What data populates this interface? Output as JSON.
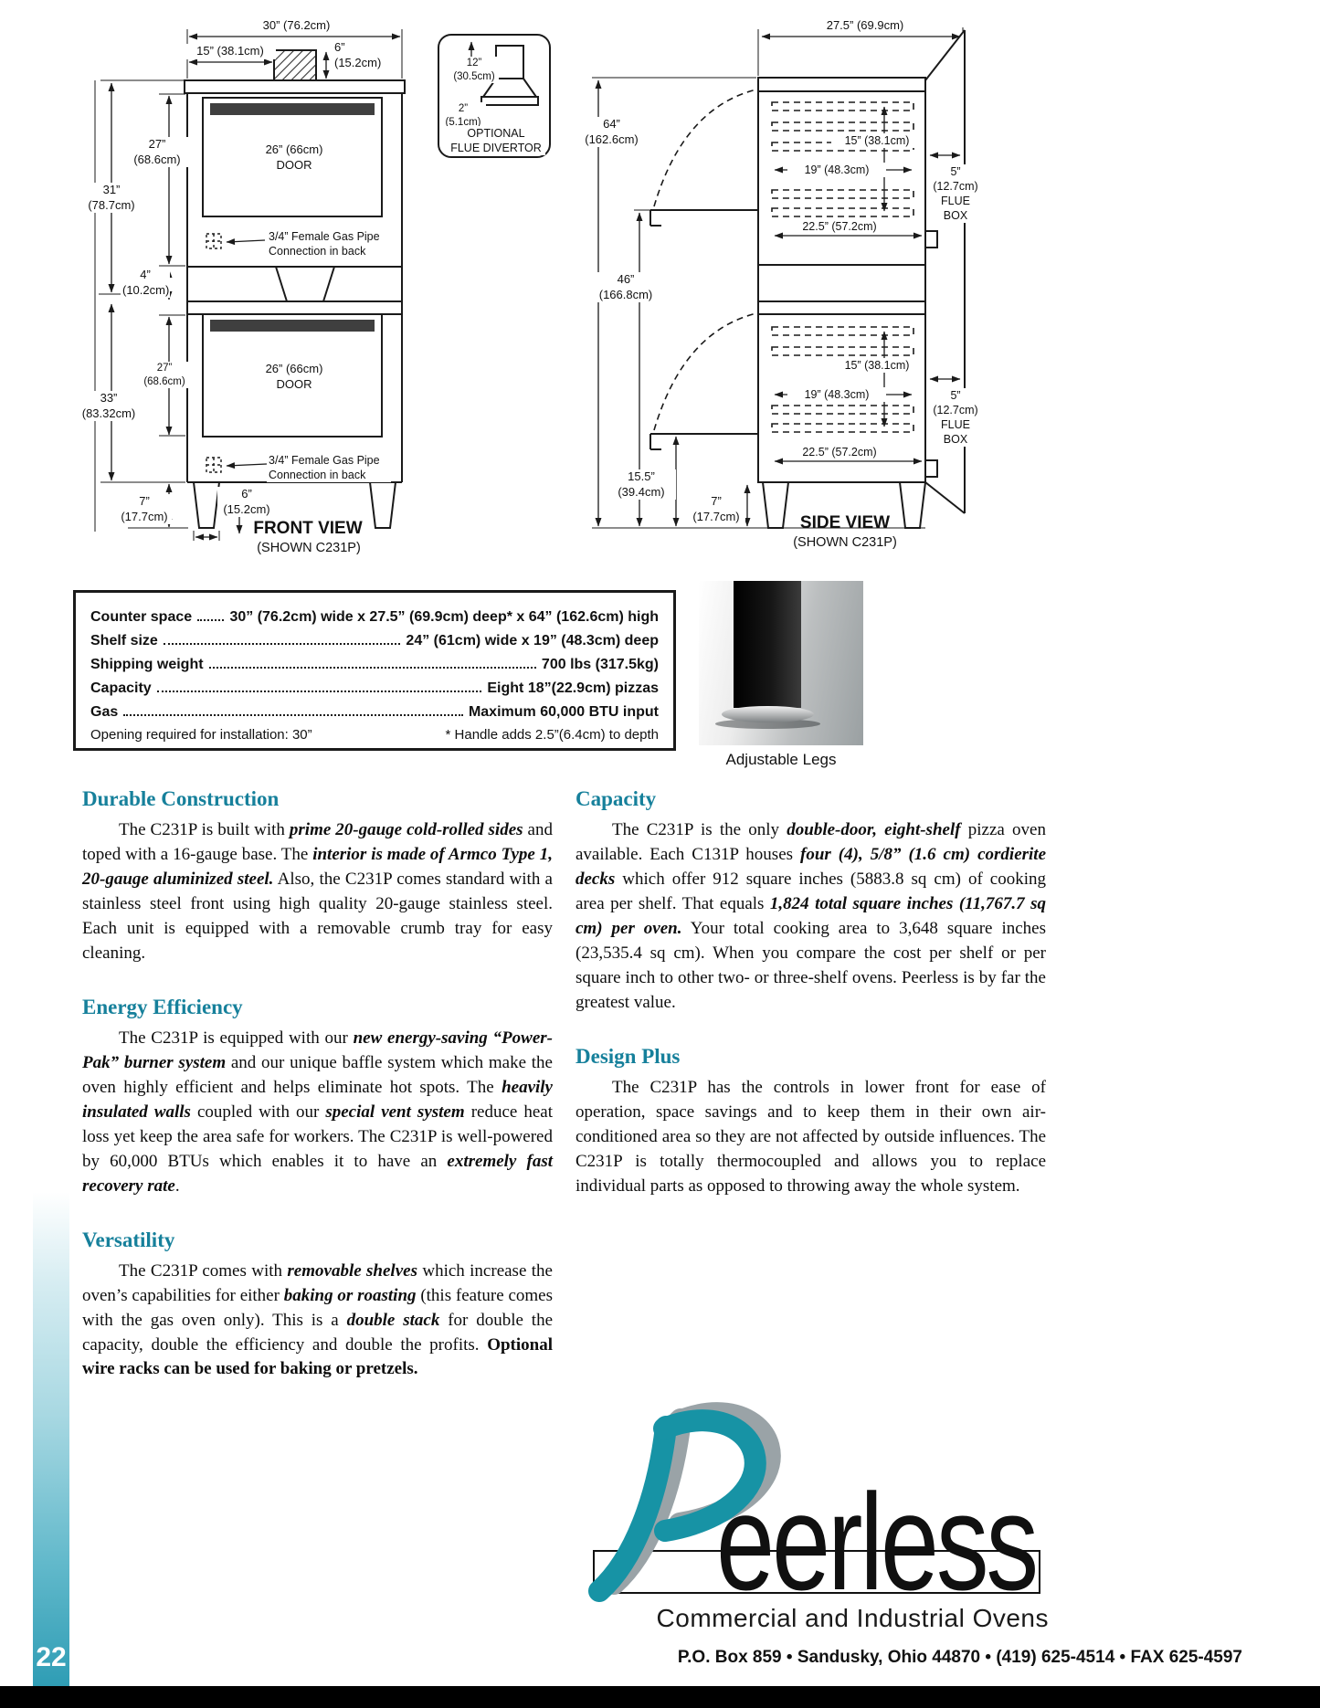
{
  "page": {
    "number": "22",
    "footer": "P.O. Box 859 • Sandusky, Ohio 44870 • (419) 625-4514 • FAX 625-4597"
  },
  "colors": {
    "accent_teal": "#1793a5",
    "heading_teal": "#16809b",
    "swoosh_gray": "#9aa3a7"
  },
  "front": {
    "dim_width": "30” (76.2cm)",
    "dim_flue_offset": "15” (38.1cm)",
    "dim_flue_height": "6”\n(15.2cm)",
    "dim_upper_height": "27”\n(68.6cm)",
    "dim_upper_total": "31”\n(78.7cm)",
    "door_upper": "26” (66cm)\nDOOR",
    "gas_upper": "3/4” Female Gas Pipe\nConnection in back",
    "dim_gap": "4”\n(10.2cm)",
    "dim_lower_height": "27”\n(68.6cm)",
    "door_lower": "26” (66cm)\nDOOR",
    "dim_lower_total": "33”\n(83.32cm)",
    "gas_lower": "3/4” Female Gas Pipe\nConnection in back",
    "dim_leg_height": "7”\n(17.7cm)",
    "dim_leg_width": "6”\n(15.2cm)",
    "title": "FRONT VIEW",
    "subtitle": "(SHOWN C231P)"
  },
  "flue_divertor": {
    "dim_top": "12”\n(30.5cm)",
    "dim_base": "2”\n(5.1cm)",
    "label": "OPTIONAL\nFLUE DIVERTOR"
  },
  "side": {
    "dim_depth": "27.5” (69.9cm)",
    "dim_total_height": "64”\n(162.6cm)",
    "dim_shelf_width_u": "15” (38.1cm)",
    "dim_shelf_depth_u": "19” (48.3cm)",
    "flue_box_u": "5”\n(12.7cm)\nFLUE\nBOX",
    "dim_body_depth_u": "22.5” (57.2cm)",
    "dim_lower_height": "46”\n(166.8cm)",
    "dim_shelf_width_l": "15” (38.1cm)",
    "dim_shelf_depth_l": "19” (48.3cm)",
    "flue_box_l": "5”\n(12.7cm)\nFLUE\nBOX",
    "dim_body_depth_l": "22.5” (57.2cm)",
    "dim_base_height": "15.5”\n(39.4cm)",
    "dim_leg_height": "7”\n(17.7cm)",
    "title": "SIDE VIEW",
    "subtitle": "(SHOWN C231P)"
  },
  "specs": {
    "rows": [
      {
        "label": "Counter space",
        "value": "30” (76.2cm) wide x 27.5” (69.9cm) deep* x 64” (162.6cm) high"
      },
      {
        "label": "Shelf size",
        "value": "24” (61cm) wide x 19” (48.3cm) deep"
      },
      {
        "label": "Shipping weight",
        "value": "700 lbs (317.5kg)"
      },
      {
        "label": "Capacity",
        "value": "Eight 18”(22.9cm) pizzas"
      },
      {
        "label": "Gas",
        "value": "Maximum 60,000 BTU input"
      }
    ],
    "note_left": "Opening required for installation: 30”",
    "note_right": "* Handle adds 2.5”(6.4cm) to depth"
  },
  "legs": {
    "caption": "Adjustable Legs"
  },
  "sections": {
    "left": [
      {
        "heading": "Durable Construction",
        "runs": [
          {
            "t": "The C231P is built with ",
            "s": ""
          },
          {
            "t": "prime 20-gauge cold-rolled sides",
            "s": "bi"
          },
          {
            "t": " and toped with a 16-gauge base. The ",
            "s": ""
          },
          {
            "t": "interior is made of Armco Type 1, 20-gauge aluminized steel.",
            "s": "bi"
          },
          {
            "t": " Also, the C231P comes standard with a stainless steel front using high quality 20-gauge stainless steel. Each unit is equipped with a removable crumb tray for easy cleaning.",
            "s": ""
          }
        ]
      },
      {
        "heading": "Energy Efficiency",
        "runs": [
          {
            "t": "The C231P is equipped with our ",
            "s": ""
          },
          {
            "t": "new energy-saving “Power-Pak” burner system",
            "s": "bi"
          },
          {
            "t": " and our unique baffle system which make the oven highly efficient and helps eliminate hot spots. The ",
            "s": ""
          },
          {
            "t": "heavily insulated walls",
            "s": "bi"
          },
          {
            "t": " coupled with our ",
            "s": ""
          },
          {
            "t": "special vent system",
            "s": "bi"
          },
          {
            "t": " reduce heat loss yet keep the area safe for workers. The C231P is well-powered by 60,000 BTUs which enables it to have an ",
            "s": ""
          },
          {
            "t": "extremely fast recovery rate",
            "s": "bi"
          },
          {
            "t": ".",
            "s": ""
          }
        ]
      },
      {
        "heading": "Versatility",
        "runs": [
          {
            "t": "The C231P comes with ",
            "s": ""
          },
          {
            "t": "removable shelves",
            "s": "bi"
          },
          {
            "t": " which increase the oven’s capabilities for either ",
            "s": ""
          },
          {
            "t": "baking or roasting",
            "s": "bi"
          },
          {
            "t": " (this feature comes with the gas oven only).  This is a ",
            "s": ""
          },
          {
            "t": "double stack",
            "s": "bi"
          },
          {
            "t": "  for double the capacity, double the efficiency and double the profits. ",
            "s": ""
          },
          {
            "t": "Optional wire racks can be used for baking or pretzels.",
            "s": "b"
          }
        ]
      }
    ],
    "right": [
      {
        "heading": "Capacity",
        "runs": [
          {
            "t": "The C231P is the only ",
            "s": ""
          },
          {
            "t": "double-door, eight-shelf",
            "s": "bi"
          },
          {
            "t": " pizza oven available. Each C131P houses ",
            "s": ""
          },
          {
            "t": "four (4), 5/8” (1.6 cm) cordierite decks",
            "s": "bi"
          },
          {
            "t": " which offer 912 square inches (5883.8 sq cm) of cooking area per shelf. That equals ",
            "s": ""
          },
          {
            "t": "1,824 total square inches (11,767.7 sq cm) per oven.",
            "s": "bi"
          },
          {
            "t": " Your total cooking area to 3,648 square inches (23,535.4 sq cm). When you compare the cost per shelf or per square inch to other two- or three-shelf ovens. Peerless is by far the greatest value.",
            "s": ""
          }
        ]
      },
      {
        "heading": "Design Plus",
        "runs": [
          {
            "t": "The C231P has the controls in lower front for ease of operation, space savings and to keep them in their own air-conditioned area so they are not affected by outside influences. The C231P is totally thermocoupled and allows you to replace individual parts as opposed to throwing away the whole system.",
            "s": ""
          }
        ]
      }
    ]
  },
  "logo": {
    "brand": "Peerless",
    "rest": "eerless",
    "tagline": "Commercial and Industrial Ovens"
  }
}
